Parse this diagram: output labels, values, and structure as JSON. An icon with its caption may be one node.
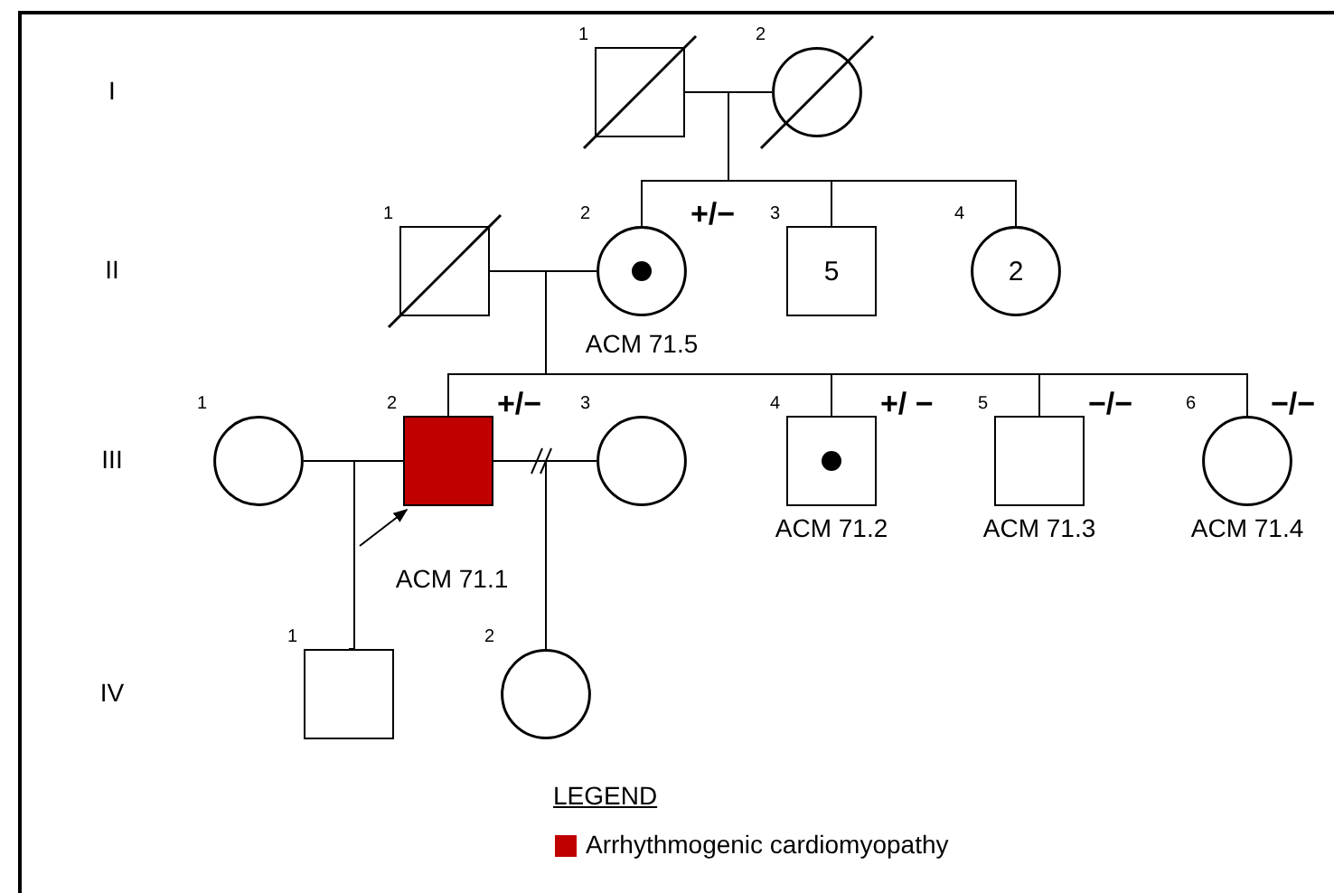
{
  "diagram": {
    "nodes": [
      {
        "text": [],
        "shape": "box",
        "beside": [
          "1"
        ]
      },
      {
        "text": [],
        "shape": "circle",
        "beside": [
          "2"
        ]
      },
      {
        "text": [],
        "shape": "box",
        "beside": [
          "1"
        ]
      },
      {
        "text": [],
        "shape": "circle",
        "beside": [
          "2",
          "+/−",
          "ACM 71.5"
        ]
      },
      {
        "text": [
          "5"
        ],
        "beside": [
          "3"
        ]
      },
      {
        "text": [
          "2"
        ],
        "beside": [
          "4"
        ]
      },
      {
        "text": [],
        "shape": "circle",
        "beside": [
          "1"
        ]
      },
      {
        "text": [],
        "shape": "box",
        "beside": [
          "2",
          "+/−",
          "ACM 71.1"
        ]
      },
      {
        "text": [],
        "shape": "circle",
        "beside": [
          "3"
        ]
      },
      {
        "text": [],
        "shape": "box",
        "beside": [
          "4",
          "+/ −",
          "ACM 71.2"
        ]
      },
      {
        "text": [],
        "shape": "box",
        "beside": [
          "5",
          "−/−",
          "ACM 71.3"
        ]
      },
      {
        "text": [],
        "shape": "circle",
        "beside": [
          "6",
          "−/−",
          "ACM 71.4"
        ]
      },
      {
        "text": [],
        "shape": "box",
        "beside": [
          "1"
        ]
      },
      {
        "text": [],
        "shape": "circle",
        "beside": [
          "2"
        ]
      }
    ],
    "edges": [
      {
        "from": 0,
        "to": 1,
        "arrow": "none"
      },
      {
        "from": null,
        "to": 3,
        "arrow": "none"
      },
      {
        "from": null,
        "to": 4,
        "arrow": "none"
      },
      {
        "from": null,
        "to": 5,
        "arrow": "none"
      },
      {
        "from": 2,
        "to": 3,
        "arrow": "none"
      },
      {
        "from": null,
        "to": 7,
        "arrow": "none"
      },
      {
        "from": null,
        "to": 9,
        "arrow": "none"
      },
      {
        "from": null,
        "to": 10,
        "arrow": "none"
      },
      {
        "from": null,
        "to": 11,
        "arrow": "none"
      },
      {
        "from": 6,
        "to": 7,
        "arrow": "none"
      },
      {
        "from": 7,
        "to": 8,
        "arrow": "none"
      },
      {
        "from": null,
        "to": 12,
        "arrow": "none"
      },
      {
        "from": 7,
        "to": 13,
        "arrow": "none"
      },
      {
        "from": null,
        "to": 7,
        "arrow": "to"
      }
    ],
    "labels": [
      "I",
      "II",
      "III",
      "IV",
      "LEGEND"
    ],
    "legend": [
      {
        "text": "Arrhythmogenic cardiomyopathy",
        "color": "#c00000"
      }
    ]
  }
}
